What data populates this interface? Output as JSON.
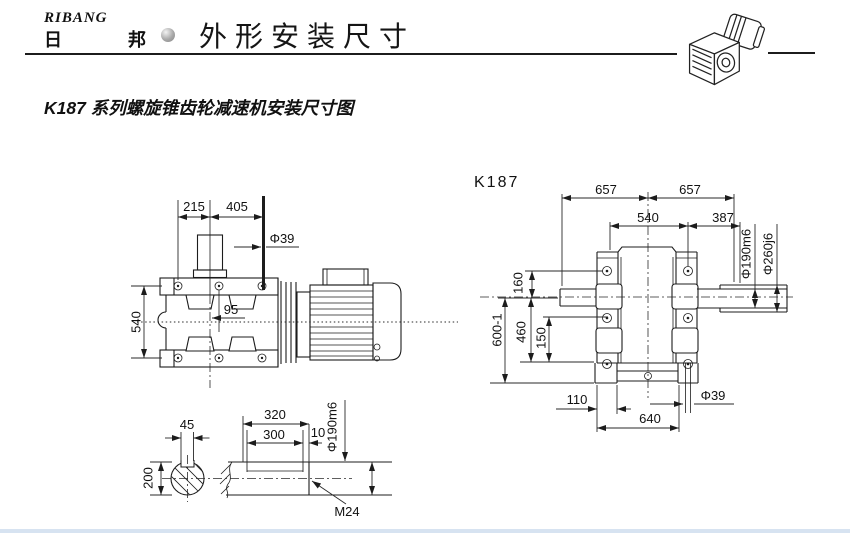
{
  "header": {
    "logo_en": "RIBANG",
    "logo_cn": "日　邦",
    "title": "外形安装尺寸",
    "bullet_icon": "sphere-bullet",
    "corner_icon": "gearmotor-isometric"
  },
  "subtitle": "K187 系列螺旋锥齿轮减速机安装尺寸图",
  "colors": {
    "line": "#1c1c1c",
    "bottom_strip": "#d7e3f1"
  },
  "side_view": {
    "d215": "215",
    "d405": "405",
    "dia39": "Φ39",
    "d540": "540",
    "d95": "95"
  },
  "shaft_detail": {
    "d45": "45",
    "d200": "200",
    "d320": "320",
    "d300": "300",
    "d10": "10",
    "dia190": "Φ190m6",
    "m24": "M24"
  },
  "front_view": {
    "label": "K187",
    "d657_left": "657",
    "d657_right": "657",
    "d540": "540",
    "d387": "387",
    "d160": "160",
    "d600": "600-1",
    "d460": "460",
    "d150": "150",
    "dia190": "Φ190m6",
    "dia260": "Φ260j6",
    "d110": "110",
    "d640": "640",
    "dia39": "Φ39"
  }
}
